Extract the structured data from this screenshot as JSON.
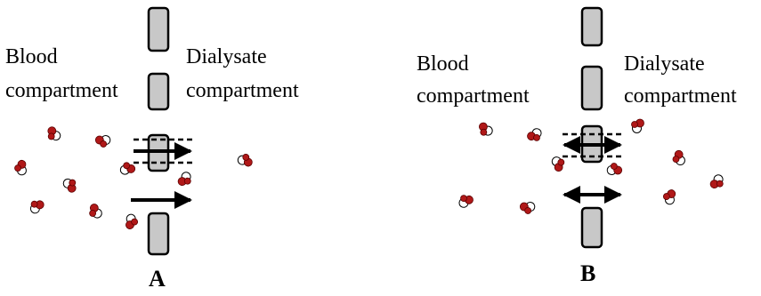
{
  "panels": [
    {
      "id": "A",
      "letter": "A",
      "left_label_line1": "Blood",
      "left_label_line2": "compartment",
      "right_label_line1": "Dialysate",
      "right_label_line2": "compartment",
      "pore_arrow": "one-way-right",
      "free_arrow": "one-way-right"
    },
    {
      "id": "B",
      "letter": "B",
      "left_label_line1": "Blood",
      "left_label_line2": "compartment",
      "right_label_line1": "Dialysate",
      "right_label_line2": "compartment",
      "pore_arrow": "two-way",
      "free_arrow": "two-way"
    }
  ],
  "colors": {
    "membrane_fill": "#c8c8c8",
    "membrane_stroke": "#000000",
    "molecule_red": "#b01818",
    "molecule_white": "#ffffff",
    "arrow": "#000000"
  },
  "icons": {
    "molecule": "molecule-icon",
    "membrane": "membrane-segment"
  }
}
